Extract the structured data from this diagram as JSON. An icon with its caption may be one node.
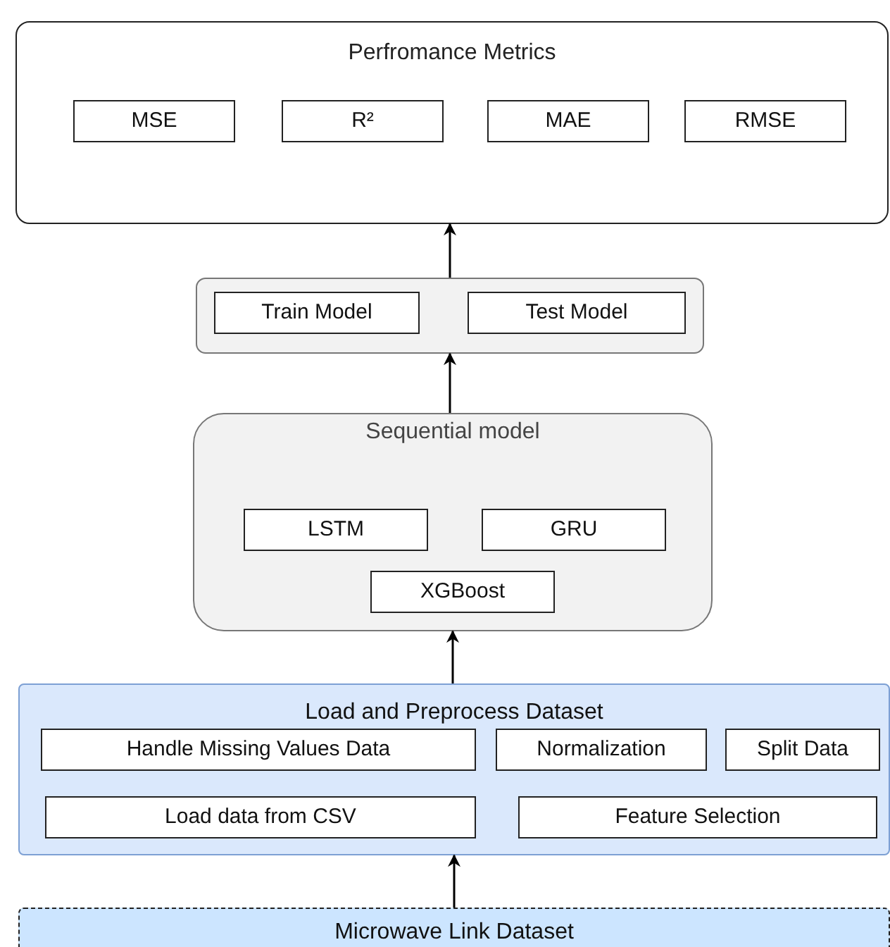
{
  "diagram": {
    "nodes": [
      {
        "text": [
          "Perfromance Metrics"
        ]
      },
      {
        "text": [
          "MSE"
        ],
        "in": 0
      },
      {
        "text": [
          "R²"
        ],
        "in": 0
      },
      {
        "text": [
          "MAE"
        ],
        "in": 0
      },
      {
        "text": [
          "RMSE"
        ],
        "in": 0
      },
      {
        "text": [],
        "shape": "box"
      },
      {
        "text": [
          "Train Model"
        ],
        "in": 5
      },
      {
        "text": [
          "Test Model"
        ],
        "in": 5
      },
      {
        "text": [
          "Sequential model"
        ]
      },
      {
        "text": [
          "LSTM"
        ],
        "in": 8
      },
      {
        "text": [
          "GRU"
        ],
        "in": 8
      },
      {
        "text": [
          "XGBoost"
        ],
        "in": 8
      },
      {
        "text": [
          "Load and Preprocess Dataset"
        ]
      },
      {
        "text": [
          "Handle Missing Values Data"
        ],
        "in": 12
      },
      {
        "text": [
          "Normalization"
        ],
        "in": 12
      },
      {
        "text": [
          "Split Data"
        ],
        "in": 12
      },
      {
        "text": [
          "Load data from CSV"
        ],
        "in": 12
      },
      {
        "text": [
          "Feature Selection"
        ],
        "in": 12
      },
      {
        "text": [
          "Microwave Link Dataset"
        ]
      }
    ],
    "edges": [
      {
        "from": 18,
        "to": 12,
        "arrow": "to"
      },
      {
        "from": 12,
        "to": 8,
        "arrow": "to"
      },
      {
        "from": 8,
        "to": 5,
        "arrow": "to"
      },
      {
        "from": 5,
        "to": 0,
        "arrow": "to"
      }
    ]
  }
}
